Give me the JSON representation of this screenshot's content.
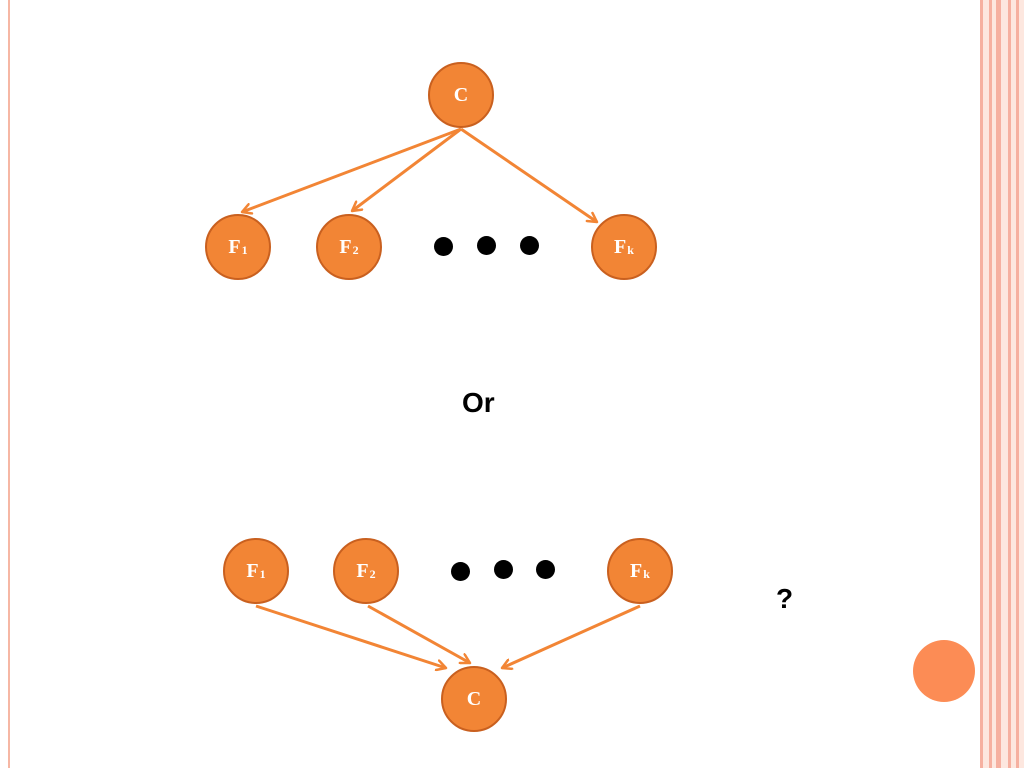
{
  "colors": {
    "node_fill": "#f28535",
    "node_border": "#c9601f",
    "arrow": "#f28535",
    "accent_circle": "#fc8c55",
    "border_stripe": "#f6b0a0"
  },
  "top_diagram": {
    "root": {
      "label": "C"
    },
    "children": [
      {
        "base": "F",
        "sub": "1"
      },
      {
        "base": "F",
        "sub": "2"
      },
      {
        "base": "F",
        "sub": "k"
      }
    ],
    "ellipsis": "• • •"
  },
  "separator_text": "Or",
  "bottom_diagram": {
    "parents": [
      {
        "base": "F",
        "sub": "1"
      },
      {
        "base": "F",
        "sub": "2"
      },
      {
        "base": "F",
        "sub": "k"
      }
    ],
    "sink": {
      "label": "C"
    },
    "ellipsis": "• • •"
  },
  "question_mark": "?"
}
